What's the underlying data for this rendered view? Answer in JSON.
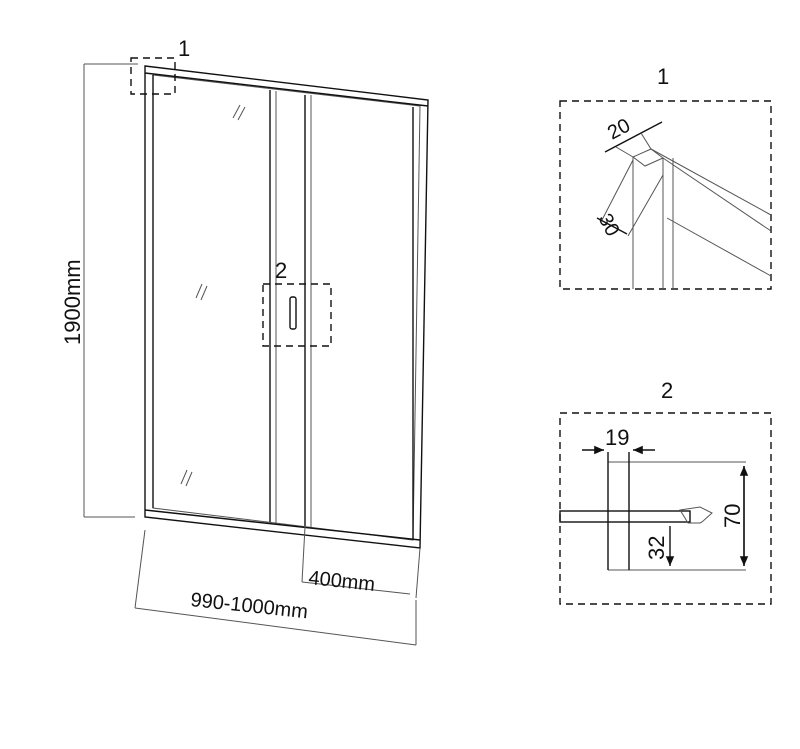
{
  "main_view": {
    "callout_1": "1",
    "callout_2": "2",
    "height_label": "1900mm",
    "door_width_label": "400mm",
    "total_width_label": "990-1000mm"
  },
  "detail_1": {
    "title": "1",
    "dim_width": "20",
    "dim_depth": "30"
  },
  "detail_2": {
    "title": "2",
    "dim_width": "19",
    "dim_height": "70",
    "dim_offset": "32"
  }
}
